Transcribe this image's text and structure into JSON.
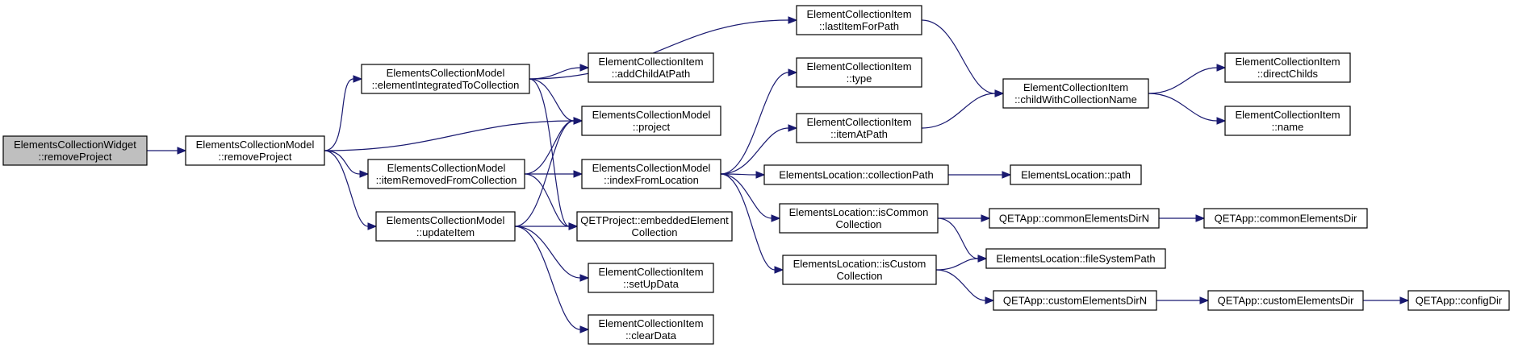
{
  "diagram": {
    "type": "call-graph",
    "colors": {
      "edge": "#191970",
      "root_fill": "#bfbfbf",
      "node_fill": "#ffffff",
      "node_border": "#000000"
    },
    "nodes": [
      {
        "id": "n0",
        "lines": [
          "ElementsCollectionWidget",
          "::removeProject"
        ],
        "root": true
      },
      {
        "id": "n1",
        "lines": [
          "ElementsCollectionModel",
          "::removeProject"
        ]
      },
      {
        "id": "n2",
        "lines": [
          "ElementsCollectionModel",
          "::elementIntegratedToCollection"
        ]
      },
      {
        "id": "n3",
        "lines": [
          "ElementsCollectionModel",
          "::itemRemovedFromCollection"
        ]
      },
      {
        "id": "n4",
        "lines": [
          "ElementsCollectionModel",
          "::updateItem"
        ]
      },
      {
        "id": "n5",
        "lines": [
          "ElementCollectionItem",
          "::lastItemForPath"
        ]
      },
      {
        "id": "n6",
        "lines": [
          "ElementCollectionItem",
          "::addChildAtPath"
        ]
      },
      {
        "id": "n7",
        "lines": [
          "ElementsCollectionModel",
          "::project"
        ]
      },
      {
        "id": "n8",
        "lines": [
          "ElementsCollectionModel",
          "::indexFromLocation"
        ]
      },
      {
        "id": "n9",
        "lines": [
          "QETProject::embeddedElement",
          "Collection"
        ]
      },
      {
        "id": "n10",
        "lines": [
          "ElementCollectionItem",
          "::setUpData"
        ]
      },
      {
        "id": "n11",
        "lines": [
          "ElementCollectionItem",
          "::clearData"
        ]
      },
      {
        "id": "n12",
        "lines": [
          "ElementCollectionItem",
          "::type"
        ]
      },
      {
        "id": "n13",
        "lines": [
          "ElementCollectionItem",
          "::itemAtPath"
        ]
      },
      {
        "id": "n14",
        "lines": [
          "ElementsLocation::collectionPath"
        ]
      },
      {
        "id": "n15",
        "lines": [
          "ElementsLocation::isCommon",
          "Collection"
        ]
      },
      {
        "id": "n16",
        "lines": [
          "ElementsLocation::isCustom",
          "Collection"
        ]
      },
      {
        "id": "n17",
        "lines": [
          "ElementCollectionItem",
          "::childWithCollectionName"
        ]
      },
      {
        "id": "n18",
        "lines": [
          "ElementsLocation::path"
        ]
      },
      {
        "id": "n19",
        "lines": [
          "QETApp::commonElementsDirN"
        ]
      },
      {
        "id": "n20",
        "lines": [
          "ElementsLocation::fileSystemPath"
        ]
      },
      {
        "id": "n21",
        "lines": [
          "QETApp::customElementsDirN"
        ]
      },
      {
        "id": "n22",
        "lines": [
          "ElementCollectionItem",
          "::directChilds"
        ]
      },
      {
        "id": "n23",
        "lines": [
          "ElementCollectionItem",
          "::name"
        ]
      },
      {
        "id": "n24",
        "lines": [
          "QETApp::commonElementsDir"
        ]
      },
      {
        "id": "n25",
        "lines": [
          "QETApp::customElementsDir"
        ]
      },
      {
        "id": "n26",
        "lines": [
          "QETApp::configDir"
        ]
      }
    ],
    "edges": [
      [
        "n0",
        "n1"
      ],
      [
        "n1",
        "n2"
      ],
      [
        "n1",
        "n7"
      ],
      [
        "n1",
        "n3"
      ],
      [
        "n1",
        "n4"
      ],
      [
        "n2",
        "n5"
      ],
      [
        "n2",
        "n6"
      ],
      [
        "n2",
        "n7"
      ],
      [
        "n2",
        "n9"
      ],
      [
        "n3",
        "n7"
      ],
      [
        "n3",
        "n8"
      ],
      [
        "n3",
        "n9"
      ],
      [
        "n4",
        "n7"
      ],
      [
        "n4",
        "n9"
      ],
      [
        "n4",
        "n10"
      ],
      [
        "n4",
        "n11"
      ],
      [
        "n5",
        "n17"
      ],
      [
        "n8",
        "n12"
      ],
      [
        "n8",
        "n13"
      ],
      [
        "n8",
        "n14"
      ],
      [
        "n8",
        "n15"
      ],
      [
        "n8",
        "n16"
      ],
      [
        "n13",
        "n17"
      ],
      [
        "n14",
        "n18"
      ],
      [
        "n15",
        "n19"
      ],
      [
        "n15",
        "n20"
      ],
      [
        "n16",
        "n20"
      ],
      [
        "n16",
        "n21"
      ],
      [
        "n17",
        "n22"
      ],
      [
        "n17",
        "n23"
      ],
      [
        "n19",
        "n24"
      ],
      [
        "n21",
        "n25"
      ],
      [
        "n25",
        "n26"
      ]
    ]
  }
}
